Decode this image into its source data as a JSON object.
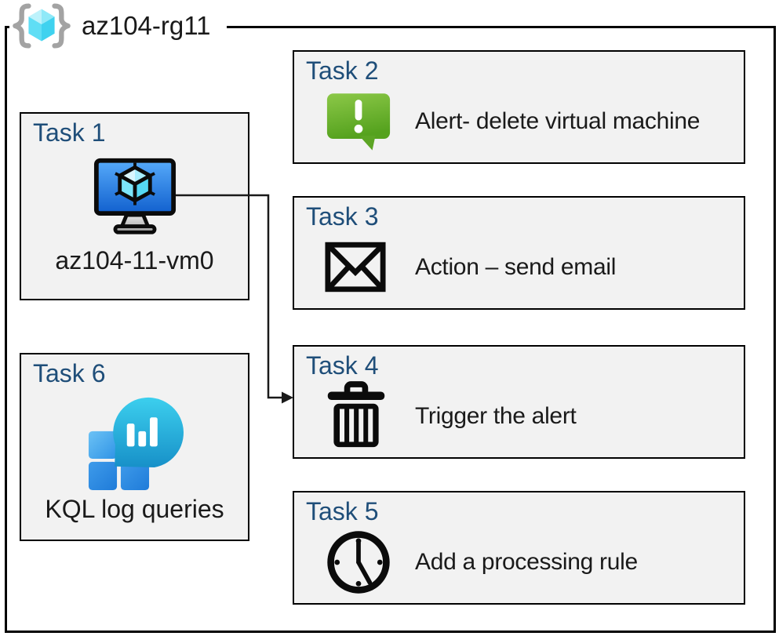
{
  "header": {
    "title": "az104-rg11",
    "icon": "resource-group-icon"
  },
  "tasks": [
    {
      "id": "task-1",
      "title": "Task 1",
      "label": "az104-11-vm0",
      "icon": "virtual-machine-icon"
    },
    {
      "id": "task-2",
      "title": "Task 2",
      "label": "Alert- delete virtual machine",
      "icon": "alert-icon"
    },
    {
      "id": "task-3",
      "title": "Task 3",
      "label": "Action – send email",
      "icon": "email-icon"
    },
    {
      "id": "task-4",
      "title": "Task 4",
      "label": "Trigger the alert",
      "icon": "trash-icon"
    },
    {
      "id": "task-5",
      "title": "Task 5",
      "label": "Add a processing rule",
      "icon": "clock-icon"
    },
    {
      "id": "task-6",
      "title": "Task 6",
      "label": "KQL log queries",
      "icon": "log-analytics-icon"
    }
  ],
  "connector": {
    "from": "task-1",
    "to": "task-4"
  },
  "colors": {
    "task_title_blue": "#1F4E79",
    "box_fill": "#F2F2F2",
    "border_black": "#000000",
    "alert_green_top": "#8CC848",
    "alert_green_bottom": "#55A21E",
    "vm_screen_top": "#56AAFA",
    "vm_screen_bottom": "#1160CE",
    "cube_cyan": "#50E6FF",
    "log_bubble_top": "#3CCFEE",
    "log_bubble_bottom": "#1790C8",
    "log_square_blue": "#2F8FE4",
    "brace_gray": "#A3A3A3"
  }
}
